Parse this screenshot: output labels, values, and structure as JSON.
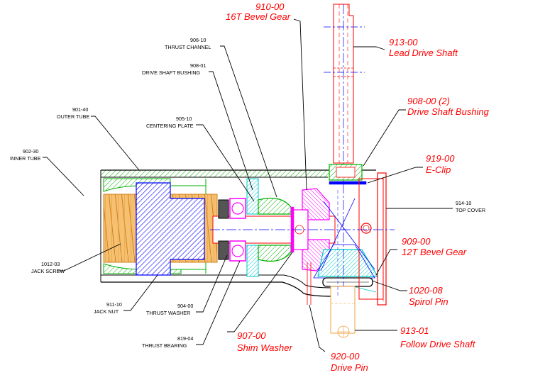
{
  "labels": {
    "l_910_num": "910-00",
    "l_910_name": "16T Bevel Gear",
    "l_913_num": "913-00",
    "l_913_name": "Lead Drive Shaft",
    "l_906_num": "906-10",
    "l_906_name": "THRUST CHANNEL",
    "l_908_01_num": "908-01",
    "l_908_01_name": "DRIVE SHAFT BUSHING",
    "l_908_00_num": "908-00  (2)",
    "l_908_00_name": "Drive Shaft Bushing",
    "l_901_num": "901-40",
    "l_901_name": "OUTER TUBE",
    "l_905_num": "905-10",
    "l_905_name": "CENTERING PLATE",
    "l_902_num": "902-30",
    "l_902_name": "INNER TUBE",
    "l_919_num": "919-00",
    "l_919_name": "E-Clip",
    "l_914_num": "914-10",
    "l_914_name": "TOP COVER",
    "l_909_num": "909-00",
    "l_909_name": "12T Bevel Gear",
    "l_1012_num": "1012-03",
    "l_1012_name": "JACK SCREW",
    "l_1020_num": "1020-08",
    "l_1020_name": "Spirol Pin",
    "l_911_num": "911-10",
    "l_911_name": "JACK NUT",
    "l_904_num": "904-00",
    "l_904_name": "THRUST WASHER",
    "l_913_01_num": "913-01",
    "l_913_01_name": "Follow Drive Shaft",
    "l_907_num": "907-00",
    "l_907_name": "Shim Washer",
    "l_819_num": "819-04",
    "l_819_name": "THRUST BEARING",
    "l_920_num": "920-00",
    "l_920_name": "Drive Pin"
  },
  "colors": {
    "outline": "#000000",
    "red": "#ff0000",
    "blue": "#0000ff",
    "green": "#00b000",
    "magenta": "#ff00ff",
    "cyan": "#00c8c8",
    "orange": "#f0a040",
    "screw_fill": "#f5c070"
  }
}
